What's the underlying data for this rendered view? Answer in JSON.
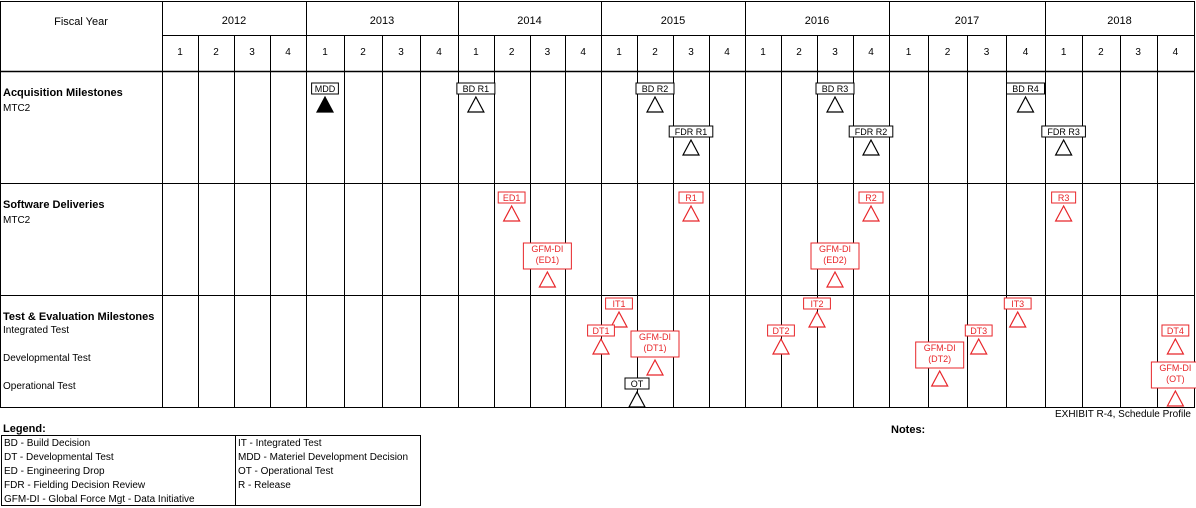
{
  "chart_data": {
    "type": "table",
    "header": {
      "label": "Fiscal Year",
      "years": [
        "2012",
        "2013",
        "2014",
        "2015",
        "2016",
        "2017",
        "2018"
      ],
      "quarters": [
        "1",
        "2",
        "3",
        "4"
      ]
    },
    "sections": [
      {
        "title": "Acquisition Milestones",
        "sublabels": [
          "MTC2"
        ]
      },
      {
        "title": "Software Deliveries",
        "sublabels": [
          "MTC2"
        ]
      },
      {
        "title": "Test & Evaluation Milestones",
        "sublabels": [
          "Integrated Test",
          "Developmental Test",
          "Operational Test"
        ]
      }
    ],
    "milestones": [
      {
        "label": "MDD",
        "section": 0,
        "tier": 1,
        "year": 2013,
        "quarter": 1.0,
        "status": "complete",
        "color": "black"
      },
      {
        "label": "BD R1",
        "section": 0,
        "tier": 1,
        "year": 2014,
        "quarter": 1.0,
        "status": "planned",
        "color": "black"
      },
      {
        "label": "BD R2",
        "section": 0,
        "tier": 1,
        "year": 2015,
        "quarter": 2.0,
        "status": "planned",
        "color": "black"
      },
      {
        "label": "BD R3",
        "section": 0,
        "tier": 1,
        "year": 2016,
        "quarter": 3.0,
        "status": "planned",
        "color": "black"
      },
      {
        "label": "BD R4",
        "section": 0,
        "tier": 1,
        "year": 2017,
        "quarter": 4.0,
        "status": "planned",
        "color": "black"
      },
      {
        "label": "FDR R1",
        "section": 0,
        "tier": 2,
        "year": 2015,
        "quarter": 3.0,
        "status": "planned",
        "color": "black"
      },
      {
        "label": "FDR R2",
        "section": 0,
        "tier": 2,
        "year": 2016,
        "quarter": 4.0,
        "status": "planned",
        "color": "black"
      },
      {
        "label": "FDR R3",
        "section": 0,
        "tier": 2,
        "year": 2018,
        "quarter": 1.0,
        "status": "planned",
        "color": "black"
      },
      {
        "label": "ED1",
        "section": 1,
        "tier": 1,
        "year": 2014,
        "quarter": 2.0,
        "status": "planned",
        "color": "red"
      },
      {
        "label": "R1",
        "section": 1,
        "tier": 1,
        "year": 2015,
        "quarter": 3.0,
        "status": "planned",
        "color": "red"
      },
      {
        "label": "R2",
        "section": 1,
        "tier": 1,
        "year": 2016,
        "quarter": 4.0,
        "status": "planned",
        "color": "red"
      },
      {
        "label": "R3",
        "section": 1,
        "tier": 1,
        "year": 2018,
        "quarter": 1.0,
        "status": "planned",
        "color": "red"
      },
      {
        "label": "GFM-DI\n(ED1)",
        "section": 1,
        "tier": 2,
        "year": 2014,
        "quarter": 3.0,
        "status": "planned",
        "color": "red"
      },
      {
        "label": "GFM-DI\n(ED2)",
        "section": 1,
        "tier": 2,
        "year": 2016,
        "quarter": 3.0,
        "status": "planned",
        "color": "red"
      },
      {
        "label": "IT1",
        "section": 2,
        "tier": 1,
        "year": 2015,
        "quarter": 1.0,
        "status": "planned",
        "color": "red"
      },
      {
        "label": "IT2",
        "section": 2,
        "tier": 1,
        "year": 2016,
        "quarter": 2.5,
        "status": "planned",
        "color": "red"
      },
      {
        "label": "IT3",
        "section": 2,
        "tier": 1,
        "year": 2017,
        "quarter": 3.8,
        "status": "planned",
        "color": "red"
      },
      {
        "label": "DT1",
        "section": 2,
        "tier": 2,
        "year": 2014,
        "quarter": 4.5,
        "status": "planned",
        "color": "red"
      },
      {
        "label": "DT2",
        "section": 2,
        "tier": 2,
        "year": 2016,
        "quarter": 1.5,
        "status": "planned",
        "color": "red"
      },
      {
        "label": "DT3",
        "section": 2,
        "tier": 2,
        "year": 2017,
        "quarter": 2.8,
        "status": "planned",
        "color": "red"
      },
      {
        "label": "DT4",
        "section": 2,
        "tier": 2,
        "year": 2018,
        "quarter": 4.0,
        "status": "planned",
        "color": "red"
      },
      {
        "label": "GFM-DI\n(DT1)",
        "section": 2,
        "tier": 3,
        "year": 2015,
        "quarter": 2.0,
        "status": "planned",
        "color": "red"
      },
      {
        "label": "GFM-DI\n(DT2)",
        "section": 2,
        "tier": 3,
        "year": 2017,
        "quarter": 1.8,
        "status": "planned",
        "color": "red"
      },
      {
        "label": "GFM-DI\n(OT)",
        "section": 2,
        "tier": 3,
        "year": 2018,
        "quarter": 4.0,
        "status": "planned",
        "color": "red"
      },
      {
        "label": "OT",
        "section": 2,
        "tier": 4,
        "year": 2015,
        "quarter": 1.5,
        "status": "planned",
        "color": "black"
      }
    ]
  },
  "legend": {
    "title": "Legend:",
    "col1": [
      "BD - Build Decision",
      "DT - Developmental Test",
      "ED - Engineering Drop",
      "FDR - Fielding Decision Review",
      "GFM-DI - Global Force Mgt - Data Initiative"
    ],
    "col2": [
      "IT - Integrated Test",
      "MDD - Materiel Development Decision",
      "OT - Operational Test",
      "R - Release"
    ]
  },
  "notes_label": "Notes:",
  "exhibit_label": "EXHIBIT R-4, Schedule Profile",
  "colors": {
    "red": "#e8262a",
    "black": "#000000",
    "grid": "#000000"
  }
}
